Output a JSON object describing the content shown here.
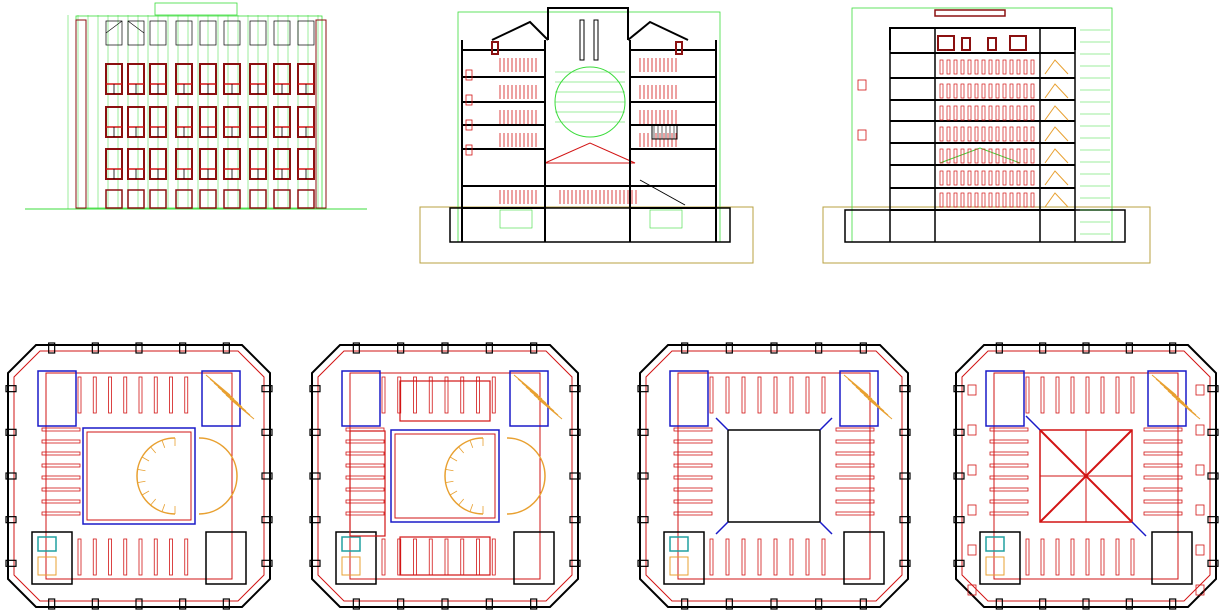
{
  "drawing": {
    "colors": {
      "background": "#ffffff",
      "wall": "#000000",
      "red": "#d21414",
      "darkred": "#8b1010",
      "green": "#3cdc3c",
      "blue": "#1a1ac8",
      "orange": "#e8a030",
      "olive": "#b8a040",
      "teal": "#20a0a0"
    },
    "views": [
      {
        "id": "front-elevation",
        "kind": "elevation"
      },
      {
        "id": "section-a",
        "kind": "section"
      },
      {
        "id": "section-b",
        "kind": "section"
      },
      {
        "id": "plan-1",
        "kind": "floor-plan"
      },
      {
        "id": "plan-2",
        "kind": "floor-plan"
      },
      {
        "id": "plan-3",
        "kind": "floor-plan"
      },
      {
        "id": "plan-4",
        "kind": "floor-plan"
      }
    ]
  }
}
